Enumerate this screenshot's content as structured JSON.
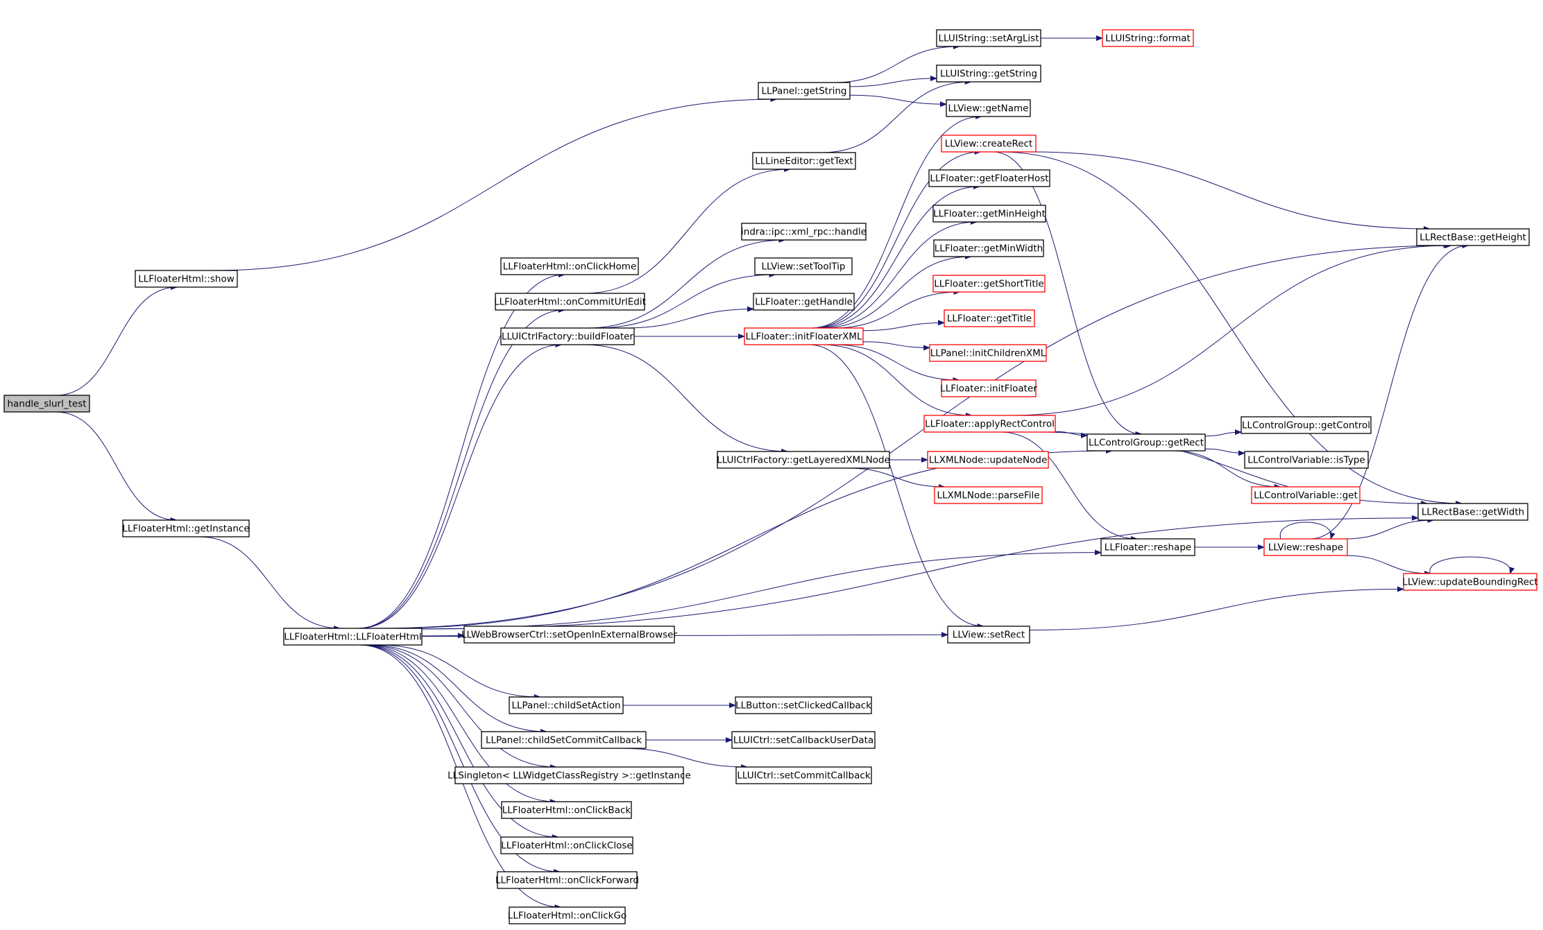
{
  "colors": {
    "edge": "#191970",
    "border_normal": "#000000",
    "border_truncated": "#ff0000",
    "fill_root": "#bfbfbf",
    "fill_node": "#ffffff"
  },
  "nodes": [
    {
      "id": "handle_slurl_test",
      "label": "handle_slurl_test",
      "kind": "root"
    },
    {
      "id": "floaterhtml_show",
      "label": "LLFloaterHtml::show",
      "kind": "normal"
    },
    {
      "id": "floaterhtml_getinstance",
      "label": "LLFloaterHtml::getInstance",
      "kind": "normal"
    },
    {
      "id": "floaterhtml_ctor",
      "label": "LLFloaterHtml::LLFloaterHtml",
      "kind": "normal"
    },
    {
      "id": "panel_getstring",
      "label": "LLPanel::getString",
      "kind": "normal"
    },
    {
      "id": "uistring_setarglist",
      "label": "LLUIString::setArgList",
      "kind": "normal"
    },
    {
      "id": "uistring_format",
      "label": "LLUIString::format",
      "kind": "truncated"
    },
    {
      "id": "uistring_getstring",
      "label": "LLUIString::getString",
      "kind": "normal"
    },
    {
      "id": "view_getname",
      "label": "LLView::getName",
      "kind": "normal"
    },
    {
      "id": "lineeditor_gettext",
      "label": "LLLineEditor::getText",
      "kind": "normal"
    },
    {
      "id": "view_createrect",
      "label": "LLView::createRect",
      "kind": "truncated"
    },
    {
      "id": "floater_getfloaterhost",
      "label": "LLFloater::getFloaterHost",
      "kind": "normal"
    },
    {
      "id": "floater_getminheight",
      "label": "LLFloater::getMinHeight",
      "kind": "normal"
    },
    {
      "id": "floater_getminwidth",
      "label": "LLFloater::getMinWidth",
      "kind": "normal"
    },
    {
      "id": "floater_getshorttitle",
      "label": "LLFloater::getShortTitle",
      "kind": "truncated"
    },
    {
      "id": "floater_gettitle",
      "label": "LLFloater::getTitle",
      "kind": "truncated"
    },
    {
      "id": "panel_initchildrenxml",
      "label": "LLPanel::initChildrenXML",
      "kind": "truncated"
    },
    {
      "id": "floater_initfloater",
      "label": "LLFloater::initFloater",
      "kind": "truncated"
    },
    {
      "id": "floater_applyrectcontrol",
      "label": "LLFloater::applyRectControl",
      "kind": "truncated"
    },
    {
      "id": "indra_handle",
      "label": "indra::ipc::xml_rpc::handle",
      "kind": "normal"
    },
    {
      "id": "view_settooltip",
      "label": "LLView::setToolTip",
      "kind": "normal"
    },
    {
      "id": "floater_gethandle",
      "label": "LLFloater::getHandle",
      "kind": "normal"
    },
    {
      "id": "floater_initfloaterxml",
      "label": "LLFloater::initFloaterXML",
      "kind": "truncated"
    },
    {
      "id": "floaterhtml_onclickhome",
      "label": "LLFloaterHtml::onClickHome",
      "kind": "normal"
    },
    {
      "id": "floaterhtml_oncommiturledit",
      "label": "LLFloaterHtml::onCommitUrlEdit",
      "kind": "normal"
    },
    {
      "id": "uictrlfactory_buildfloater",
      "label": "LLUICtrlFactory::buildFloater",
      "kind": "normal"
    },
    {
      "id": "uictrlfactory_getlayeredxmlnode",
      "label": "LLUICtrlFactory::getLayeredXMLNode",
      "kind": "normal"
    },
    {
      "id": "xmlnode_updatenode",
      "label": "LLXMLNode::updateNode",
      "kind": "truncated"
    },
    {
      "id": "xmlnode_parsefile",
      "label": "LLXMLNode::parseFile",
      "kind": "truncated"
    },
    {
      "id": "controlgroup_getrect",
      "label": "LLControlGroup::getRect",
      "kind": "normal"
    },
    {
      "id": "controlgroup_getcontrol",
      "label": "LLControlGroup::getControl",
      "kind": "normal"
    },
    {
      "id": "controlvariable_istype",
      "label": "LLControlVariable::isType",
      "kind": "normal"
    },
    {
      "id": "controlvariable_get",
      "label": "LLControlVariable::get",
      "kind": "truncated"
    },
    {
      "id": "rectbase_getheight",
      "label": "LLRectBase::getHeight",
      "kind": "normal"
    },
    {
      "id": "rectbase_getwidth",
      "label": "LLRectBase::getWidth",
      "kind": "normal"
    },
    {
      "id": "floater_reshape",
      "label": "LLFloater::reshape",
      "kind": "normal"
    },
    {
      "id": "view_reshape",
      "label": "LLView::reshape",
      "kind": "truncated"
    },
    {
      "id": "view_updateboundingrect",
      "label": "LLView::updateBoundingRect",
      "kind": "truncated"
    },
    {
      "id": "view_setrect",
      "label": "LLView::setRect",
      "kind": "normal"
    },
    {
      "id": "webbrowserctrl_setopen",
      "label": "LLWebBrowserCtrl::setOpenInExternalBrowser",
      "kind": "normal"
    },
    {
      "id": "panel_childsetaction",
      "label": "LLPanel::childSetAction",
      "kind": "normal"
    },
    {
      "id": "button_setclickedcallback",
      "label": "LLButton::setClickedCallback",
      "kind": "normal"
    },
    {
      "id": "panel_childsetcommitcallback",
      "label": "LLPanel::childSetCommitCallback",
      "kind": "normal"
    },
    {
      "id": "uictrl_setcallbackuserdata",
      "label": "LLUICtrl::setCallbackUserData",
      "kind": "normal"
    },
    {
      "id": "uictrl_setcommitcallback",
      "label": "LLUICtrl::setCommitCallback",
      "kind": "normal"
    },
    {
      "id": "singleton_getinstance",
      "label": "LLSingleton< LLWidgetClassRegistry >::getInstance",
      "kind": "normal"
    },
    {
      "id": "floaterhtml_onclickback",
      "label": "LLFloaterHtml::onClickBack",
      "kind": "normal"
    },
    {
      "id": "floaterhtml_onclickclose",
      "label": "LLFloaterHtml::onClickClose",
      "kind": "normal"
    },
    {
      "id": "floaterhtml_onclickforward",
      "label": "LLFloaterHtml::onClickForward",
      "kind": "normal"
    },
    {
      "id": "floaterhtml_onclickgo",
      "label": "LLFloaterHtml::onClickGo",
      "kind": "normal"
    }
  ],
  "edges": [
    [
      "handle_slurl_test",
      "floaterhtml_show"
    ],
    [
      "handle_slurl_test",
      "floaterhtml_getinstance"
    ],
    [
      "floaterhtml_show",
      "panel_getstring"
    ],
    [
      "floaterhtml_getinstance",
      "floaterhtml_ctor"
    ],
    [
      "panel_getstring",
      "uistring_setarglist"
    ],
    [
      "panel_getstring",
      "uistring_getstring"
    ],
    [
      "panel_getstring",
      "view_getname"
    ],
    [
      "uistring_setarglist",
      "uistring_format"
    ],
    [
      "lineeditor_gettext",
      "uistring_getstring"
    ],
    [
      "floaterhtml_oncommiturledit",
      "lineeditor_gettext"
    ],
    [
      "uictrlfactory_buildfloater",
      "indra_handle"
    ],
    [
      "uictrlfactory_buildfloater",
      "view_settooltip"
    ],
    [
      "uictrlfactory_buildfloater",
      "floater_gethandle"
    ],
    [
      "uictrlfactory_buildfloater",
      "floater_initfloaterxml"
    ],
    [
      "uictrlfactory_buildfloater",
      "uictrlfactory_getlayeredxmlnode"
    ],
    [
      "floater_initfloaterxml",
      "view_getname"
    ],
    [
      "floater_initfloaterxml",
      "view_createrect"
    ],
    [
      "floater_initfloaterxml",
      "floater_getfloaterhost"
    ],
    [
      "floater_initfloaterxml",
      "floater_getminheight"
    ],
    [
      "floater_initfloaterxml",
      "floater_getminwidth"
    ],
    [
      "floater_initfloaterxml",
      "floater_getshorttitle"
    ],
    [
      "floater_initfloaterxml",
      "floater_gettitle"
    ],
    [
      "floater_initfloaterxml",
      "panel_initchildrenxml"
    ],
    [
      "floater_initfloaterxml",
      "floater_initfloater"
    ],
    [
      "floater_initfloaterxml",
      "floater_applyrectcontrol"
    ],
    [
      "floater_initfloaterxml",
      "view_setrect"
    ],
    [
      "view_createrect",
      "rectbase_getheight"
    ],
    [
      "view_createrect",
      "rectbase_getwidth"
    ],
    [
      "view_createrect",
      "controlgroup_getrect"
    ],
    [
      "floater_applyrectcontrol",
      "controlgroup_getrect"
    ],
    [
      "floater_applyrectcontrol",
      "rectbase_getheight"
    ],
    [
      "floater_applyrectcontrol",
      "rectbase_getwidth"
    ],
    [
      "floater_applyrectcontrol",
      "floater_reshape"
    ],
    [
      "uictrlfactory_getlayeredxmlnode",
      "xmlnode_updatenode"
    ],
    [
      "uictrlfactory_getlayeredxmlnode",
      "xmlnode_parsefile"
    ],
    [
      "controlgroup_getrect",
      "controlgroup_getcontrol"
    ],
    [
      "controlgroup_getrect",
      "controlvariable_istype"
    ],
    [
      "controlgroup_getrect",
      "controlvariable_get"
    ],
    [
      "floater_reshape",
      "view_reshape"
    ],
    [
      "view_reshape",
      "view_reshape"
    ],
    [
      "view_reshape",
      "rectbase_getheight"
    ],
    [
      "view_reshape",
      "rectbase_getwidth"
    ],
    [
      "view_reshape",
      "view_updateboundingrect"
    ],
    [
      "view_updateboundingrect",
      "view_updateboundingrect"
    ],
    [
      "view_setrect",
      "view_updateboundingrect"
    ],
    [
      "floaterhtml_ctor",
      "rectbase_getheight"
    ],
    [
      "floaterhtml_ctor",
      "floaterhtml_onclickhome"
    ],
    [
      "floaterhtml_ctor",
      "floaterhtml_oncommiturledit"
    ],
    [
      "floaterhtml_ctor",
      "uictrlfactory_buildfloater"
    ],
    [
      "floaterhtml_ctor",
      "controlgroup_getrect"
    ],
    [
      "floaterhtml_ctor",
      "floater_reshape"
    ],
    [
      "floaterhtml_ctor",
      "rectbase_getwidth"
    ],
    [
      "floaterhtml_ctor",
      "webbrowserctrl_setopen"
    ],
    [
      "floaterhtml_ctor",
      "view_setrect"
    ],
    [
      "floaterhtml_ctor",
      "panel_childsetaction"
    ],
    [
      "floaterhtml_ctor",
      "panel_childsetcommitcallback"
    ],
    [
      "floaterhtml_ctor",
      "singleton_getinstance"
    ],
    [
      "floaterhtml_ctor",
      "floaterhtml_onclickback"
    ],
    [
      "floaterhtml_ctor",
      "floaterhtml_onclickclose"
    ],
    [
      "floaterhtml_ctor",
      "floaterhtml_onclickforward"
    ],
    [
      "floaterhtml_ctor",
      "floaterhtml_onclickgo"
    ],
    [
      "panel_childsetaction",
      "button_setclickedcallback"
    ],
    [
      "panel_childsetcommitcallback",
      "uictrl_setcallbackuserdata"
    ],
    [
      "panel_childsetcommitcallback",
      "uictrl_setcommitcallback"
    ]
  ]
}
